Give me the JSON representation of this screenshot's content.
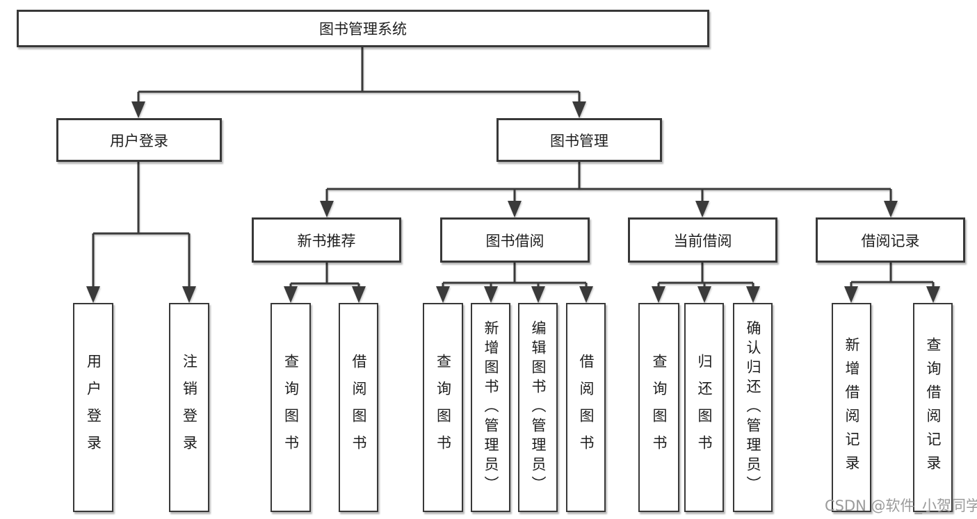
{
  "colors": {
    "background": "#ffffff",
    "line": "#3a3a3a",
    "box_border": "#383838",
    "text": "#1d1d1d",
    "watermark": "#9b9b9b"
  },
  "watermark": {
    "text": "CSDN @软件_小贺同学"
  },
  "tree": {
    "root": {
      "label": "图书管理系统",
      "children": [
        {
          "label": "用户登录",
          "children": [
            {
              "label": "用户登录"
            },
            {
              "label": "注销登录"
            }
          ]
        },
        {
          "label": "图书管理",
          "children": [
            {
              "label": "新书推荐",
              "children": [
                {
                  "label": "查询图书"
                },
                {
                  "label": "借阅图书"
                }
              ]
            },
            {
              "label": "图书借阅",
              "children": [
                {
                  "label": "查询图书"
                },
                {
                  "label": "新增图书（管理员）"
                },
                {
                  "label": "编辑图书（管理员）"
                },
                {
                  "label": "借阅图书"
                }
              ]
            },
            {
              "label": "当前借阅",
              "children": [
                {
                  "label": "查询图书"
                },
                {
                  "label": "归还图书"
                },
                {
                  "label": "确认归还（管理员）"
                }
              ]
            },
            {
              "label": "借阅记录",
              "children": [
                {
                  "label": "新增借阅记录"
                },
                {
                  "label": "查询借阅记录"
                }
              ]
            }
          ]
        }
      ]
    }
  }
}
